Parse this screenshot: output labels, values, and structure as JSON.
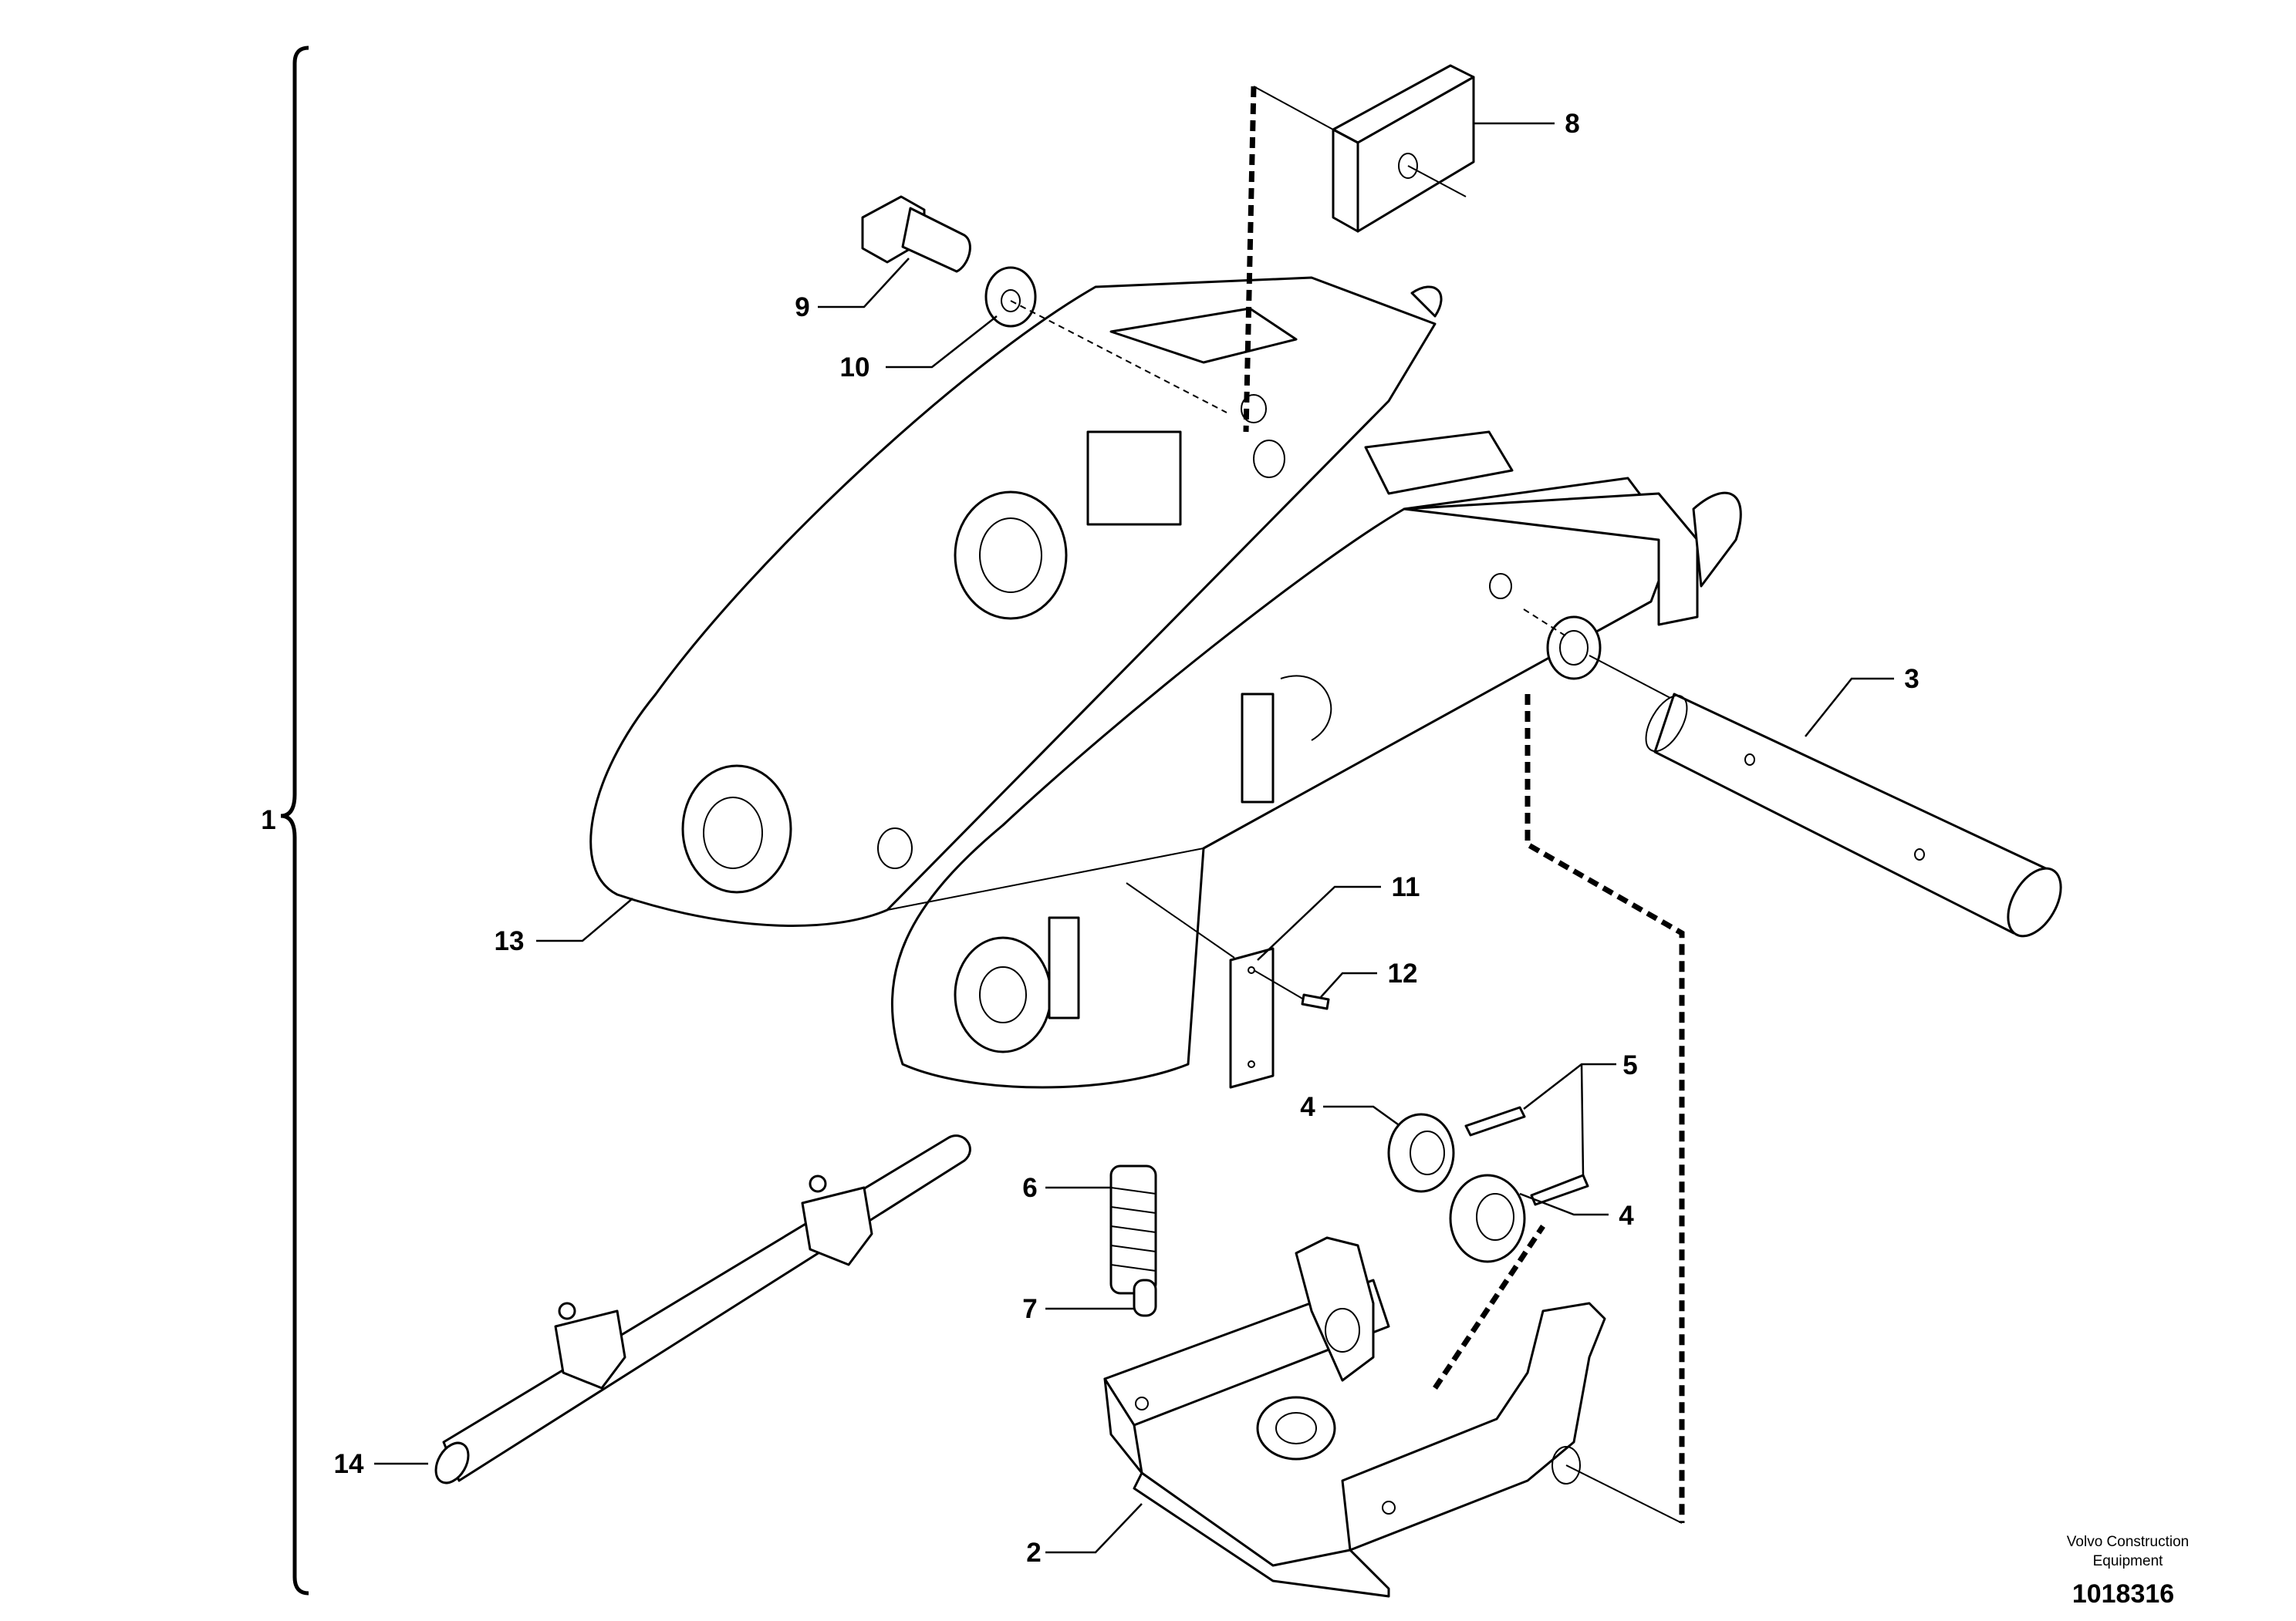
{
  "callouts": {
    "c1": "1",
    "c2": "2",
    "c3": "3",
    "c4a": "4",
    "c4b": "4",
    "c5": "5",
    "c6": "6",
    "c7": "7",
    "c8": "8",
    "c9": "9",
    "c10": "10",
    "c11": "11",
    "c12": "12",
    "c13": "13",
    "c14": "14"
  },
  "footer": {
    "brand_line1": "Volvo Construction",
    "brand_line2": "Equipment",
    "doc_number": "1018316"
  }
}
